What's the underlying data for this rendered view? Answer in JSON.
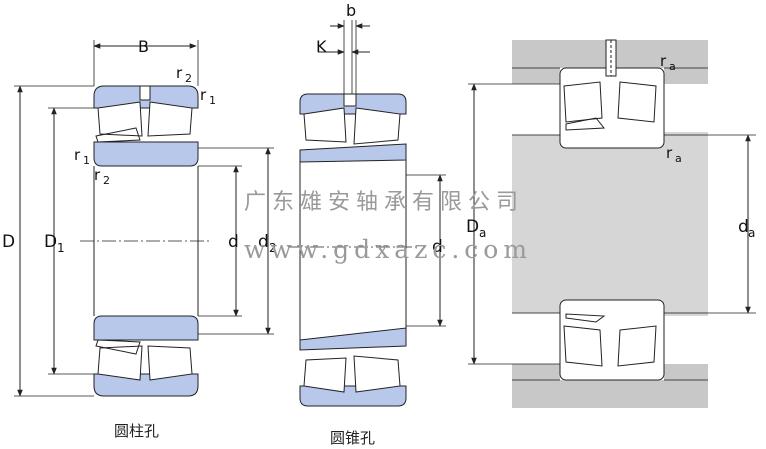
{
  "labels": {
    "B": "B",
    "b": "b",
    "K": "K",
    "r1_top": "r",
    "r2_top": "r",
    "r1_left": "r",
    "r2_left": "r",
    "sub1": "1",
    "sub2": "2",
    "D": "D",
    "D1": "D",
    "d_left": "d",
    "d2": "d",
    "d_mid": "d",
    "Da": "D",
    "da": "d",
    "sub_a": "a",
    "ra_top": "r",
    "ra_mid": "r"
  },
  "captions": {
    "cylindrical_bore": "圆柱孔",
    "tapered_bore": "圆锥孔"
  },
  "watermark": {
    "company": "广东雄安轴承有限公司",
    "url": "www.gdxazc.com"
  },
  "colors": {
    "ring_fill": "#b8c8ea",
    "roller_fill": "#ffffff",
    "housing_fill": "#c8c8c8",
    "shaft_fill": "#d8d8d8",
    "line": "#222222"
  }
}
